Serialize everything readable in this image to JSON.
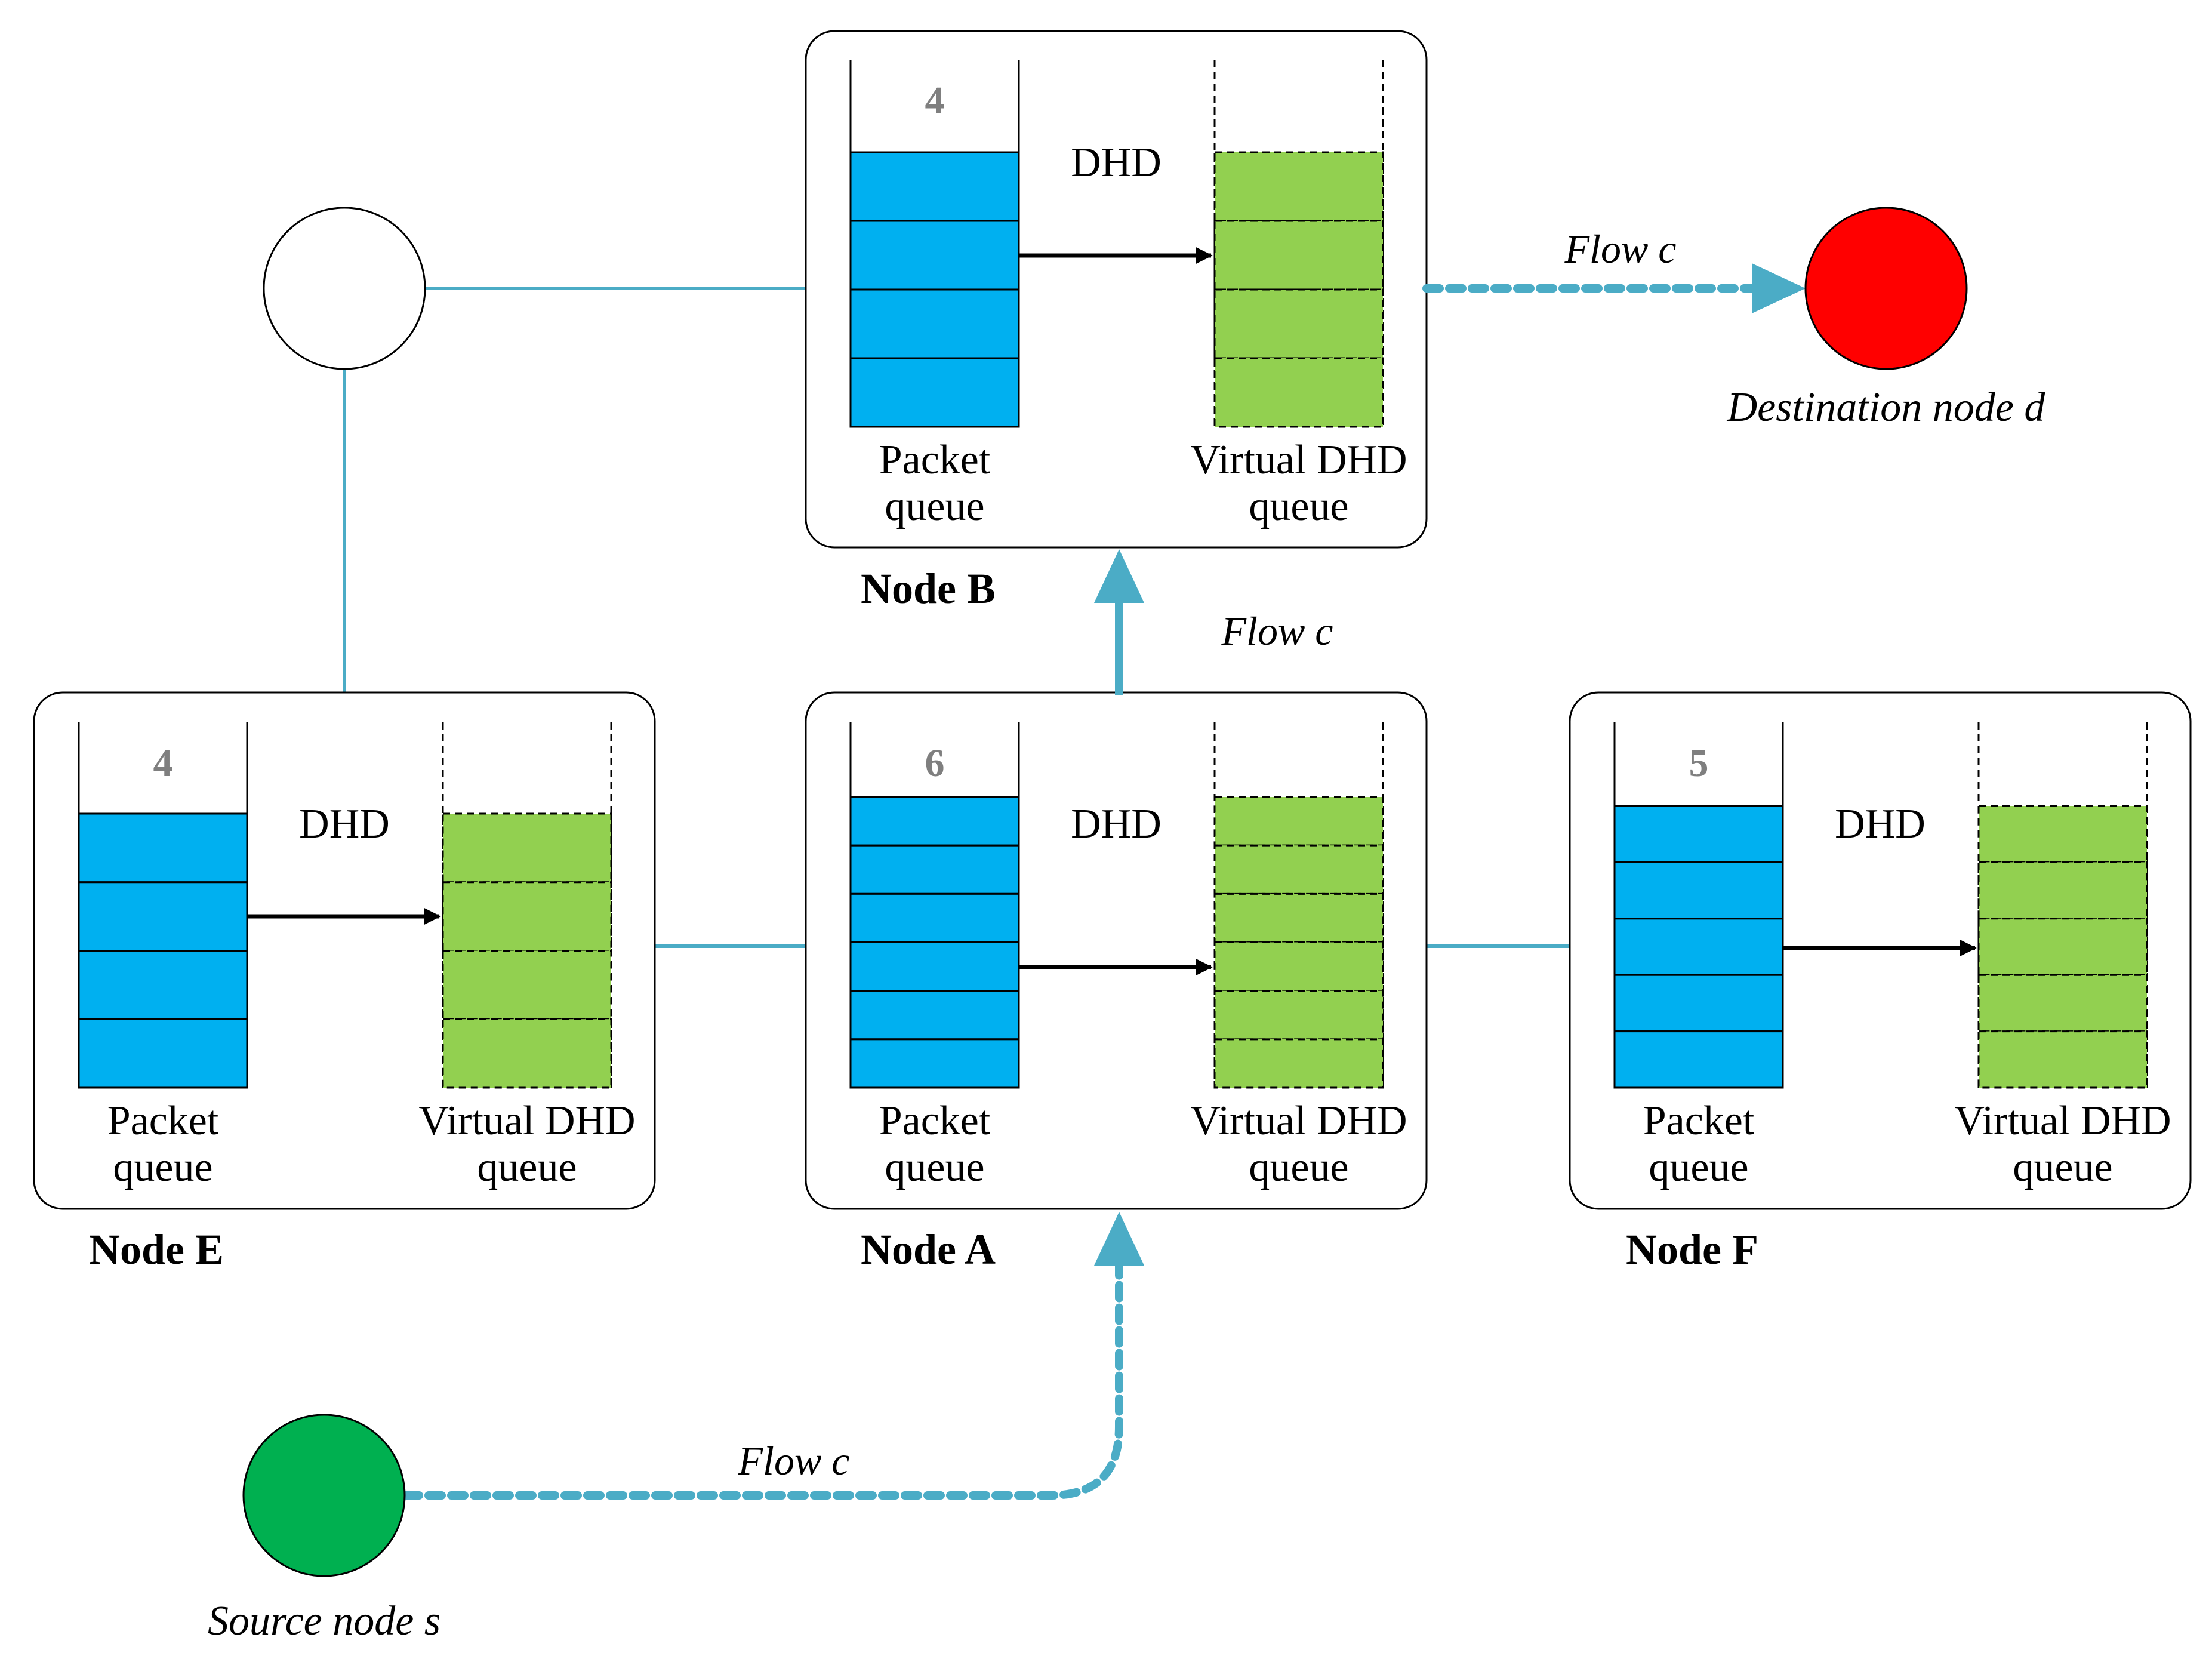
{
  "colors": {
    "packet_fill": "#00B0F0",
    "virtual_fill": "#92D050",
    "link": "#4BACC6",
    "flow_arrow": "#4BACC6",
    "source_fill": "#00B050",
    "destination_fill": "#FF0000",
    "idle_node_fill": "#FFFFFF",
    "count_text": "#7F7F7F",
    "outline": "#000000"
  },
  "nodes": [
    {
      "id": "B",
      "label": "Node B",
      "packet_count": "4",
      "dhd_label": "DHD",
      "packet_queue_label": [
        "Packet",
        "queue"
      ],
      "virtual_queue_label": [
        "Virtual DHD",
        "queue"
      ],
      "packet_slots": 4,
      "virtual_slots": 4
    },
    {
      "id": "E",
      "label": "Node E",
      "packet_count": "4",
      "dhd_label": "DHD",
      "packet_queue_label": [
        "Packet",
        "queue"
      ],
      "virtual_queue_label": [
        "Virtual DHD",
        "queue"
      ],
      "packet_slots": 4,
      "virtual_slots": 4
    },
    {
      "id": "A",
      "label": "Node A",
      "packet_count": "6",
      "dhd_label": "DHD",
      "packet_queue_label": [
        "Packet",
        "queue"
      ],
      "virtual_queue_label": [
        "Virtual DHD",
        "queue"
      ],
      "packet_slots": 6,
      "virtual_slots": 6
    },
    {
      "id": "F",
      "label": "Node F",
      "packet_count": "5",
      "dhd_label": "DHD",
      "packet_queue_label": [
        "Packet",
        "queue"
      ],
      "virtual_queue_label": [
        "Virtual DHD",
        "queue"
      ],
      "packet_slots": 5,
      "virtual_slots": 5
    }
  ],
  "flows": [
    {
      "id": "s-to-a",
      "label": "Flow c"
    },
    {
      "id": "a-to-b",
      "label": "Flow c"
    },
    {
      "id": "b-to-d",
      "label": "Flow c"
    }
  ],
  "endpoints": {
    "source": {
      "label": "Source node s"
    },
    "destination": {
      "label": "Destination node d"
    }
  }
}
